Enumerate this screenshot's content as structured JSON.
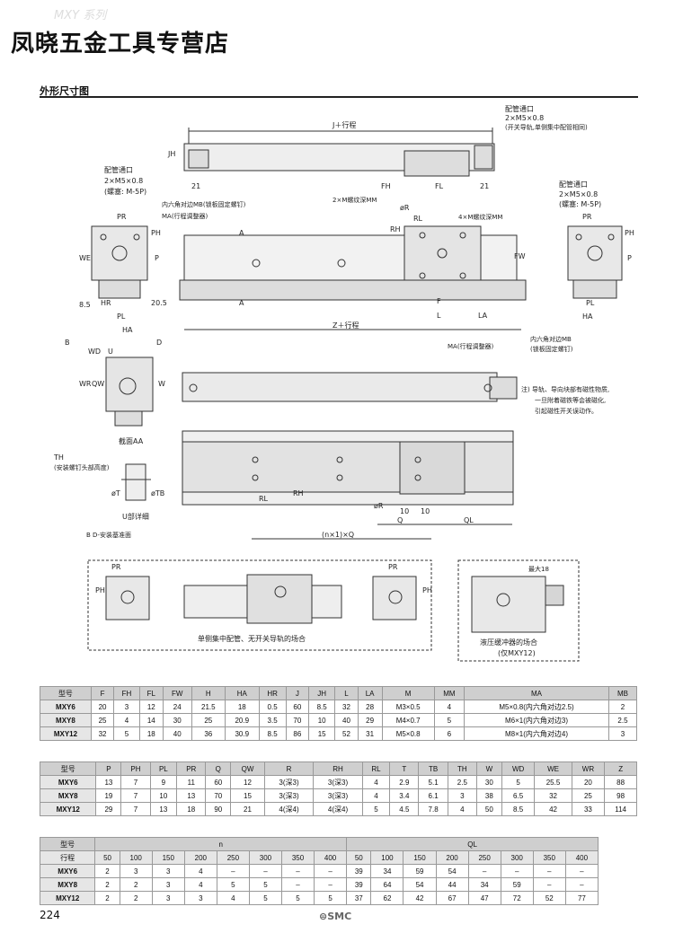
{
  "header": {
    "watermark": "MXY 系列",
    "store_name": "凤晓五金工具专营店",
    "section_title": "外形尺寸图"
  },
  "drawing_labels": {
    "j_stroke": "J＋行程",
    "jh": "JH",
    "dim21": "21",
    "fh": "FH",
    "fl": "FL",
    "port_top": "配管通口",
    "port_top_thread": "2×M5×0.8",
    "port_top_note": "(开关导轨,单侧集中配管相同)",
    "port_left": "配管通口",
    "port_left_thread": "2×M5×0.8",
    "port_left_plug": "(螺塞: M-5P)",
    "mb_left": "内六角对边MB(锁板固定螺钉)",
    "ma_left": "MA(行程调整器)",
    "m_thread": "2×M螺纹深MM",
    "rh": "RH",
    "rl": "RL",
    "r_tol": "øR",
    "m4": "4×M螺纹深MM",
    "port_right": "配管通口",
    "port_right_thread": "2×M5×0.8",
    "port_right_plug": "(螺塞: M-5P)",
    "pr": "PR",
    "ph": "PH",
    "p": "P",
    "we": "WE",
    "hr": "HR",
    "pl": "PL",
    "ha": "HA",
    "dim85": "8.5",
    "dim205": "20.5",
    "a": "A",
    "fw": "FW",
    "f": "F",
    "l": "L",
    "la": "LA",
    "z_stroke": "Z＋行程",
    "ma_right": "MA(行程调整器)",
    "mb_right": "内六角对边MB",
    "mb_right_note": "(锁板固定螺钉)",
    "note1": "注) 导轨、导向块部有磁性物质,",
    "note2": "一旦附着磁铁等会被磁化,",
    "note3": "引起磁性开关误动作。",
    "b": "B",
    "d": "D",
    "wd": "WD",
    "u": "U",
    "wr": "WR",
    "qw": "QW",
    "w": "W",
    "section_aa": "截面AA",
    "th": "TH",
    "th_note": "(安装螺钉头部高度)",
    "t": "øT",
    "tb": "øTB",
    "u_detail": "U部详细",
    "ref_surface": "B D-安装基准面",
    "dim10": "10",
    "q": "Q",
    "ql": "QL",
    "nq": "(n×1)×Q",
    "single_side": "单侧集中配管、无开关导轨的场合",
    "damper": "液压缓冲器的场合",
    "damper_note": "(仅MXY12)",
    "max18": "最大18"
  },
  "table1": {
    "headers": [
      "型号",
      "F",
      "FH",
      "FL",
      "FW",
      "H",
      "HA",
      "HR",
      "J",
      "JH",
      "L",
      "LA",
      "M",
      "MM",
      "MA",
      "MB"
    ],
    "rows": [
      [
        "MXY6",
        "20",
        "3",
        "12",
        "24",
        "21.5",
        "18",
        "0.5",
        "60",
        "8.5",
        "32",
        "28",
        "M3×0.5",
        "4",
        "M5×0.8(内六角对边2.5)",
        "2"
      ],
      [
        "MXY8",
        "25",
        "4",
        "14",
        "30",
        "25",
        "20.9",
        "3.5",
        "70",
        "10",
        "40",
        "29",
        "M4×0.7",
        "5",
        "M6×1(内六角对边3)",
        "2.5"
      ],
      [
        "MXY12",
        "32",
        "5",
        "18",
        "40",
        "36",
        "30.9",
        "8.5",
        "86",
        "15",
        "52",
        "31",
        "M5×0.8",
        "6",
        "M8×1(内六角对边4)",
        "3"
      ]
    ]
  },
  "table2": {
    "headers": [
      "型号",
      "P",
      "PH",
      "PL",
      "PR",
      "Q",
      "QW",
      "R",
      "RH",
      "RL",
      "T",
      "TB",
      "TH",
      "W",
      "WD",
      "WE",
      "WR",
      "Z"
    ],
    "rows": [
      [
        "MXY6",
        "13",
        "7",
        "9",
        "11",
        "60",
        "12",
        "3(深3)",
        "3(深3)",
        "4",
        "2.9",
        "5.1",
        "2.5",
        "30",
        "5",
        "25.5",
        "20",
        "88"
      ],
      [
        "MXY8",
        "19",
        "7",
        "10",
        "13",
        "70",
        "15",
        "3(深3)",
        "3(深3)",
        "4",
        "3.4",
        "6.1",
        "3",
        "38",
        "6.5",
        "32",
        "25",
        "98"
      ],
      [
        "MXY12",
        "29",
        "7",
        "13",
        "18",
        "90",
        "21",
        "4(深4)",
        "4(深4)",
        "5",
        "4.5",
        "7.8",
        "4",
        "50",
        "8.5",
        "42",
        "33",
        "114"
      ]
    ]
  },
  "table3": {
    "col_model": "型号",
    "group_n": "n",
    "group_ql": "QL",
    "stroke_label": "行程",
    "strokes": [
      "50",
      "100",
      "150",
      "200",
      "250",
      "300",
      "350",
      "400",
      "50",
      "100",
      "150",
      "200",
      "250",
      "300",
      "350",
      "400"
    ],
    "rows": [
      [
        "MXY6",
        "2",
        "3",
        "3",
        "4",
        "–",
        "–",
        "–",
        "–",
        "39",
        "34",
        "59",
        "54",
        "–",
        "–",
        "–",
        "–"
      ],
      [
        "MXY8",
        "2",
        "2",
        "3",
        "4",
        "5",
        "5",
        "–",
        "–",
        "39",
        "64",
        "54",
        "44",
        "34",
        "59",
        "–",
        "–"
      ],
      [
        "MXY12",
        "2",
        "2",
        "3",
        "3",
        "4",
        "5",
        "5",
        "5",
        "37",
        "62",
        "42",
        "67",
        "47",
        "72",
        "52",
        "77"
      ]
    ]
  },
  "footer": {
    "page": "224",
    "logo": "⊜SMC"
  }
}
